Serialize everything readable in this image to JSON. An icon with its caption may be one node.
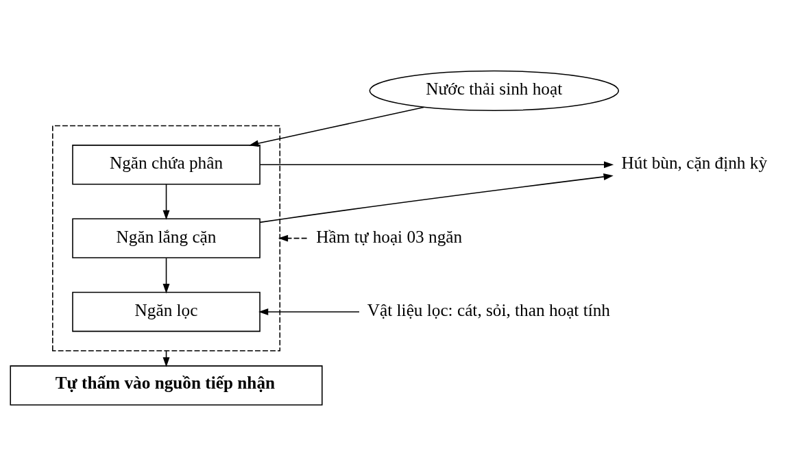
{
  "diagram": {
    "nodes": [
      {
        "text": [
          "Nước thải sinh hoạt"
        ]
      },
      {
        "text": [
          "Hầm tự hoại 03 ngăn"
        ]
      },
      {
        "text": [],
        "shape": "box"
      },
      {
        "text": [
          "Ngăn chứa phân"
        ],
        "in": 2
      },
      {
        "text": [
          "Ngăn lắng cặn"
        ],
        "in": 2
      },
      {
        "text": [
          "Ngăn lọc"
        ],
        "in": 2
      },
      {
        "text": [
          "Vật liệu lọc: cát, sỏi, than hoạt tính"
        ]
      },
      {
        "text": [
          "Hút bùn, cặn định kỳ"
        ]
      },
      {
        "text": [
          "Tự thấm vào nguồn tiếp nhận"
        ]
      }
    ],
    "edges": [
      {
        "from": 0,
        "to": 3,
        "arrow": "to"
      },
      {
        "from": 3,
        "to": 4,
        "arrow": "to"
      },
      {
        "from": 4,
        "to": 5,
        "arrow": "to"
      },
      {
        "from": 2,
        "to": 8,
        "arrow": "to"
      },
      {
        "from": 1,
        "to": 2,
        "arrow": "to",
        "style": "dashed"
      },
      {
        "from": 6,
        "to": 5,
        "arrow": "to"
      },
      {
        "from": 3,
        "to": 7,
        "arrow": "to"
      },
      {
        "from": 4,
        "to": 7,
        "arrow": "to"
      }
    ]
  }
}
